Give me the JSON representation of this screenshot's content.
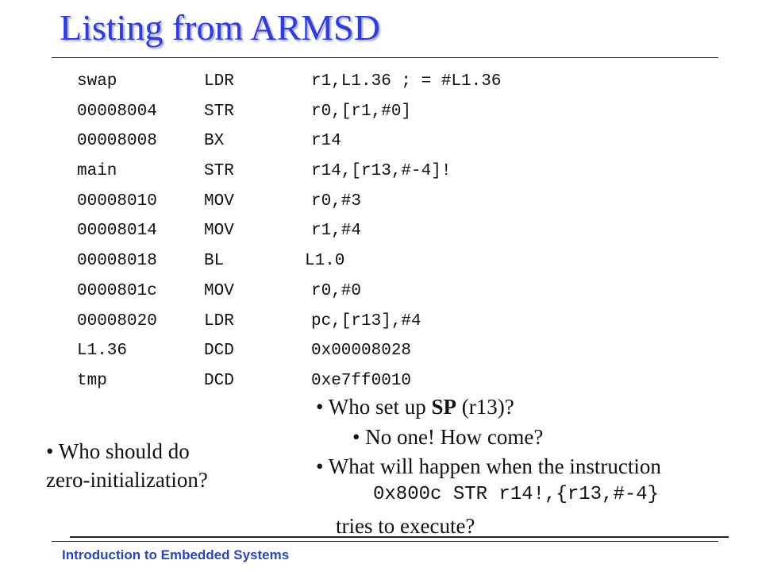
{
  "title": "Listing from ARMSD",
  "listing": [
    {
      "label": "swap",
      "op": "LDR",
      "args": "r1,L1.36 ; = #L1.36"
    },
    {
      "label": "00008004",
      "op": "STR",
      "args": "r0,[r1,#0]"
    },
    {
      "label": "00008008",
      "op": "BX",
      "args": "r14"
    },
    {
      "label": "main",
      "op": "STR",
      "args": "r14,[r13,#-4]!"
    },
    {
      "label": "00008010",
      "op": "MOV",
      "args": "r0,#3"
    },
    {
      "label": "00008014",
      "op": "MOV",
      "args": "r1,#4"
    },
    {
      "label": "00008018",
      "op": "BL",
      "args": "L1.0"
    },
    {
      "label": "0000801c",
      "op": "MOV",
      "args": "r0,#0"
    },
    {
      "label": "00008020",
      "op": "LDR",
      "args": "pc,[r13],#4"
    },
    {
      "label": "L1.36",
      "op": "DCD",
      "args": "0x00008028"
    },
    {
      "label": "tmp",
      "op": "DCD",
      "args": "0xe7ff0010"
    }
  ],
  "right_bullets": {
    "q1_pre": "• Who set up ",
    "q1_bold": "SP",
    "q1_post": " (r13)?",
    "a1": "• No one!  How come?",
    "q2": "• What will happen when the  instruction",
    "code": "0x800c STR r14!,{r13,#-4}",
    "q2_end": "tries to execute?"
  },
  "left_bullet": {
    "line1": "• Who should do",
    "line2": "zero-initialization?"
  },
  "footer": "Introduction to Embedded Systems"
}
